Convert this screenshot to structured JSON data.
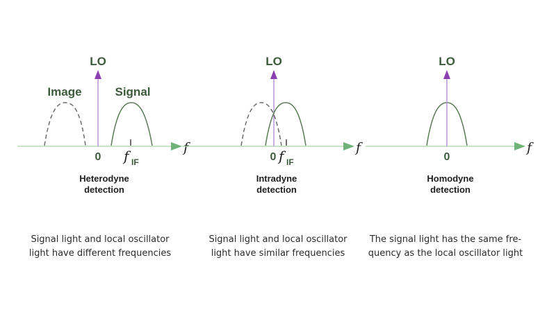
{
  "colors": {
    "axis": "#9fcf9f",
    "axis_arrow": "#6fb37a",
    "lo": "#b58fd8",
    "lo_arrow": "#8a3fb0",
    "curve": "#5a7d56",
    "dashed": "#6b6b6b",
    "tick": "#5a4a4a",
    "label_green": "#3d5a3c"
  },
  "panels": [
    {
      "id": "heterodyne",
      "lo_label": "LO",
      "zero_label": "0",
      "f_label": "f",
      "fif_label": "f",
      "fif_sub": "IF",
      "image_label": "Image",
      "signal_label": "Signal",
      "title_line1": "Heterodyne",
      "title_line2": "detection",
      "desc_line1": "Signal light and local oscillator",
      "desc_line2": "light have different frequencies"
    },
    {
      "id": "intradyne",
      "lo_label": "LO",
      "zero_label": "0",
      "f_label": "f",
      "fif_label": "f",
      "fif_sub": "IF",
      "title_line1": "Intradyne",
      "title_line2": "detection",
      "desc_line1": "Signal light and local oscillator",
      "desc_line2": "light have similar frequencies"
    },
    {
      "id": "homodyne",
      "lo_label": "LO",
      "zero_label": "0",
      "f_label": "f",
      "title_line1": "Homodyne",
      "title_line2": "detection",
      "desc_line1": "The signal light has the same fre-",
      "desc_line2": "quency as the local oscillator light"
    }
  ]
}
